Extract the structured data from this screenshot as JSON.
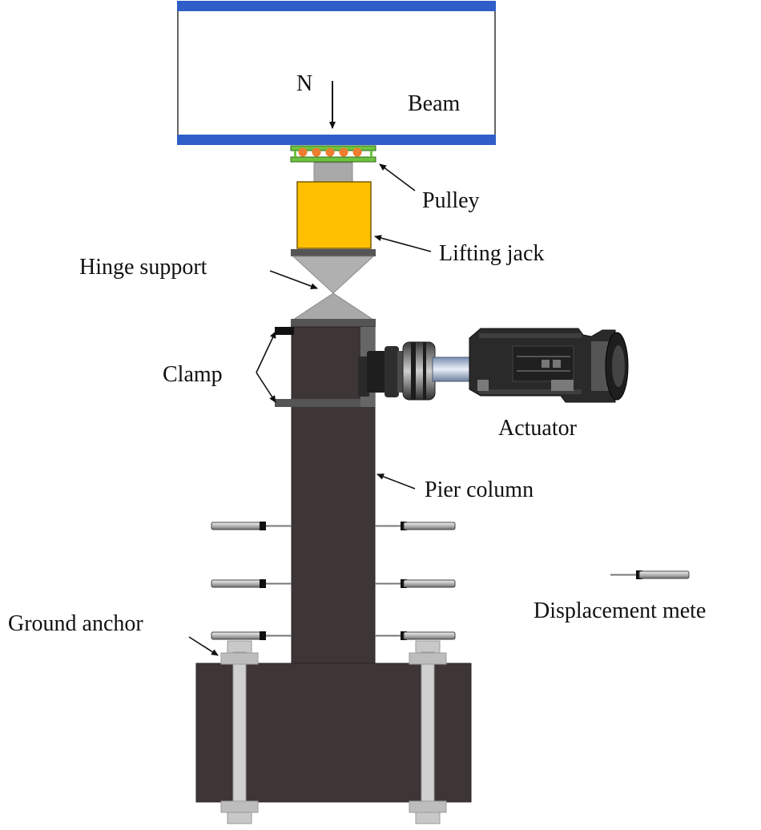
{
  "labels": {
    "force": "N",
    "beam": "Beam",
    "pulley": "Pulley",
    "lifting_jack": "Lifting jack",
    "hinge_support": "Hinge support",
    "clamp": "Clamp",
    "actuator": "Actuator",
    "pier_column": "Pier column",
    "displacement_meter": "Displacement mete",
    "ground_anchor": "Ground anchor"
  },
  "colors": {
    "beam_flange": "#2f5ec8",
    "jack": "#ffc000",
    "pulley_plate": "#6fc23f",
    "roller": "#ef7d2f",
    "concrete": "#3e3536",
    "steel_light": "#c8c8c8",
    "steel_mid": "#a9a9a9",
    "steel_dark": "#555555",
    "actuator_body": "#2a2a2a"
  },
  "icons": {
    "displacement_meter": "lvdt-sensor-icon",
    "actuator": "hydraulic-actuator-icon"
  }
}
